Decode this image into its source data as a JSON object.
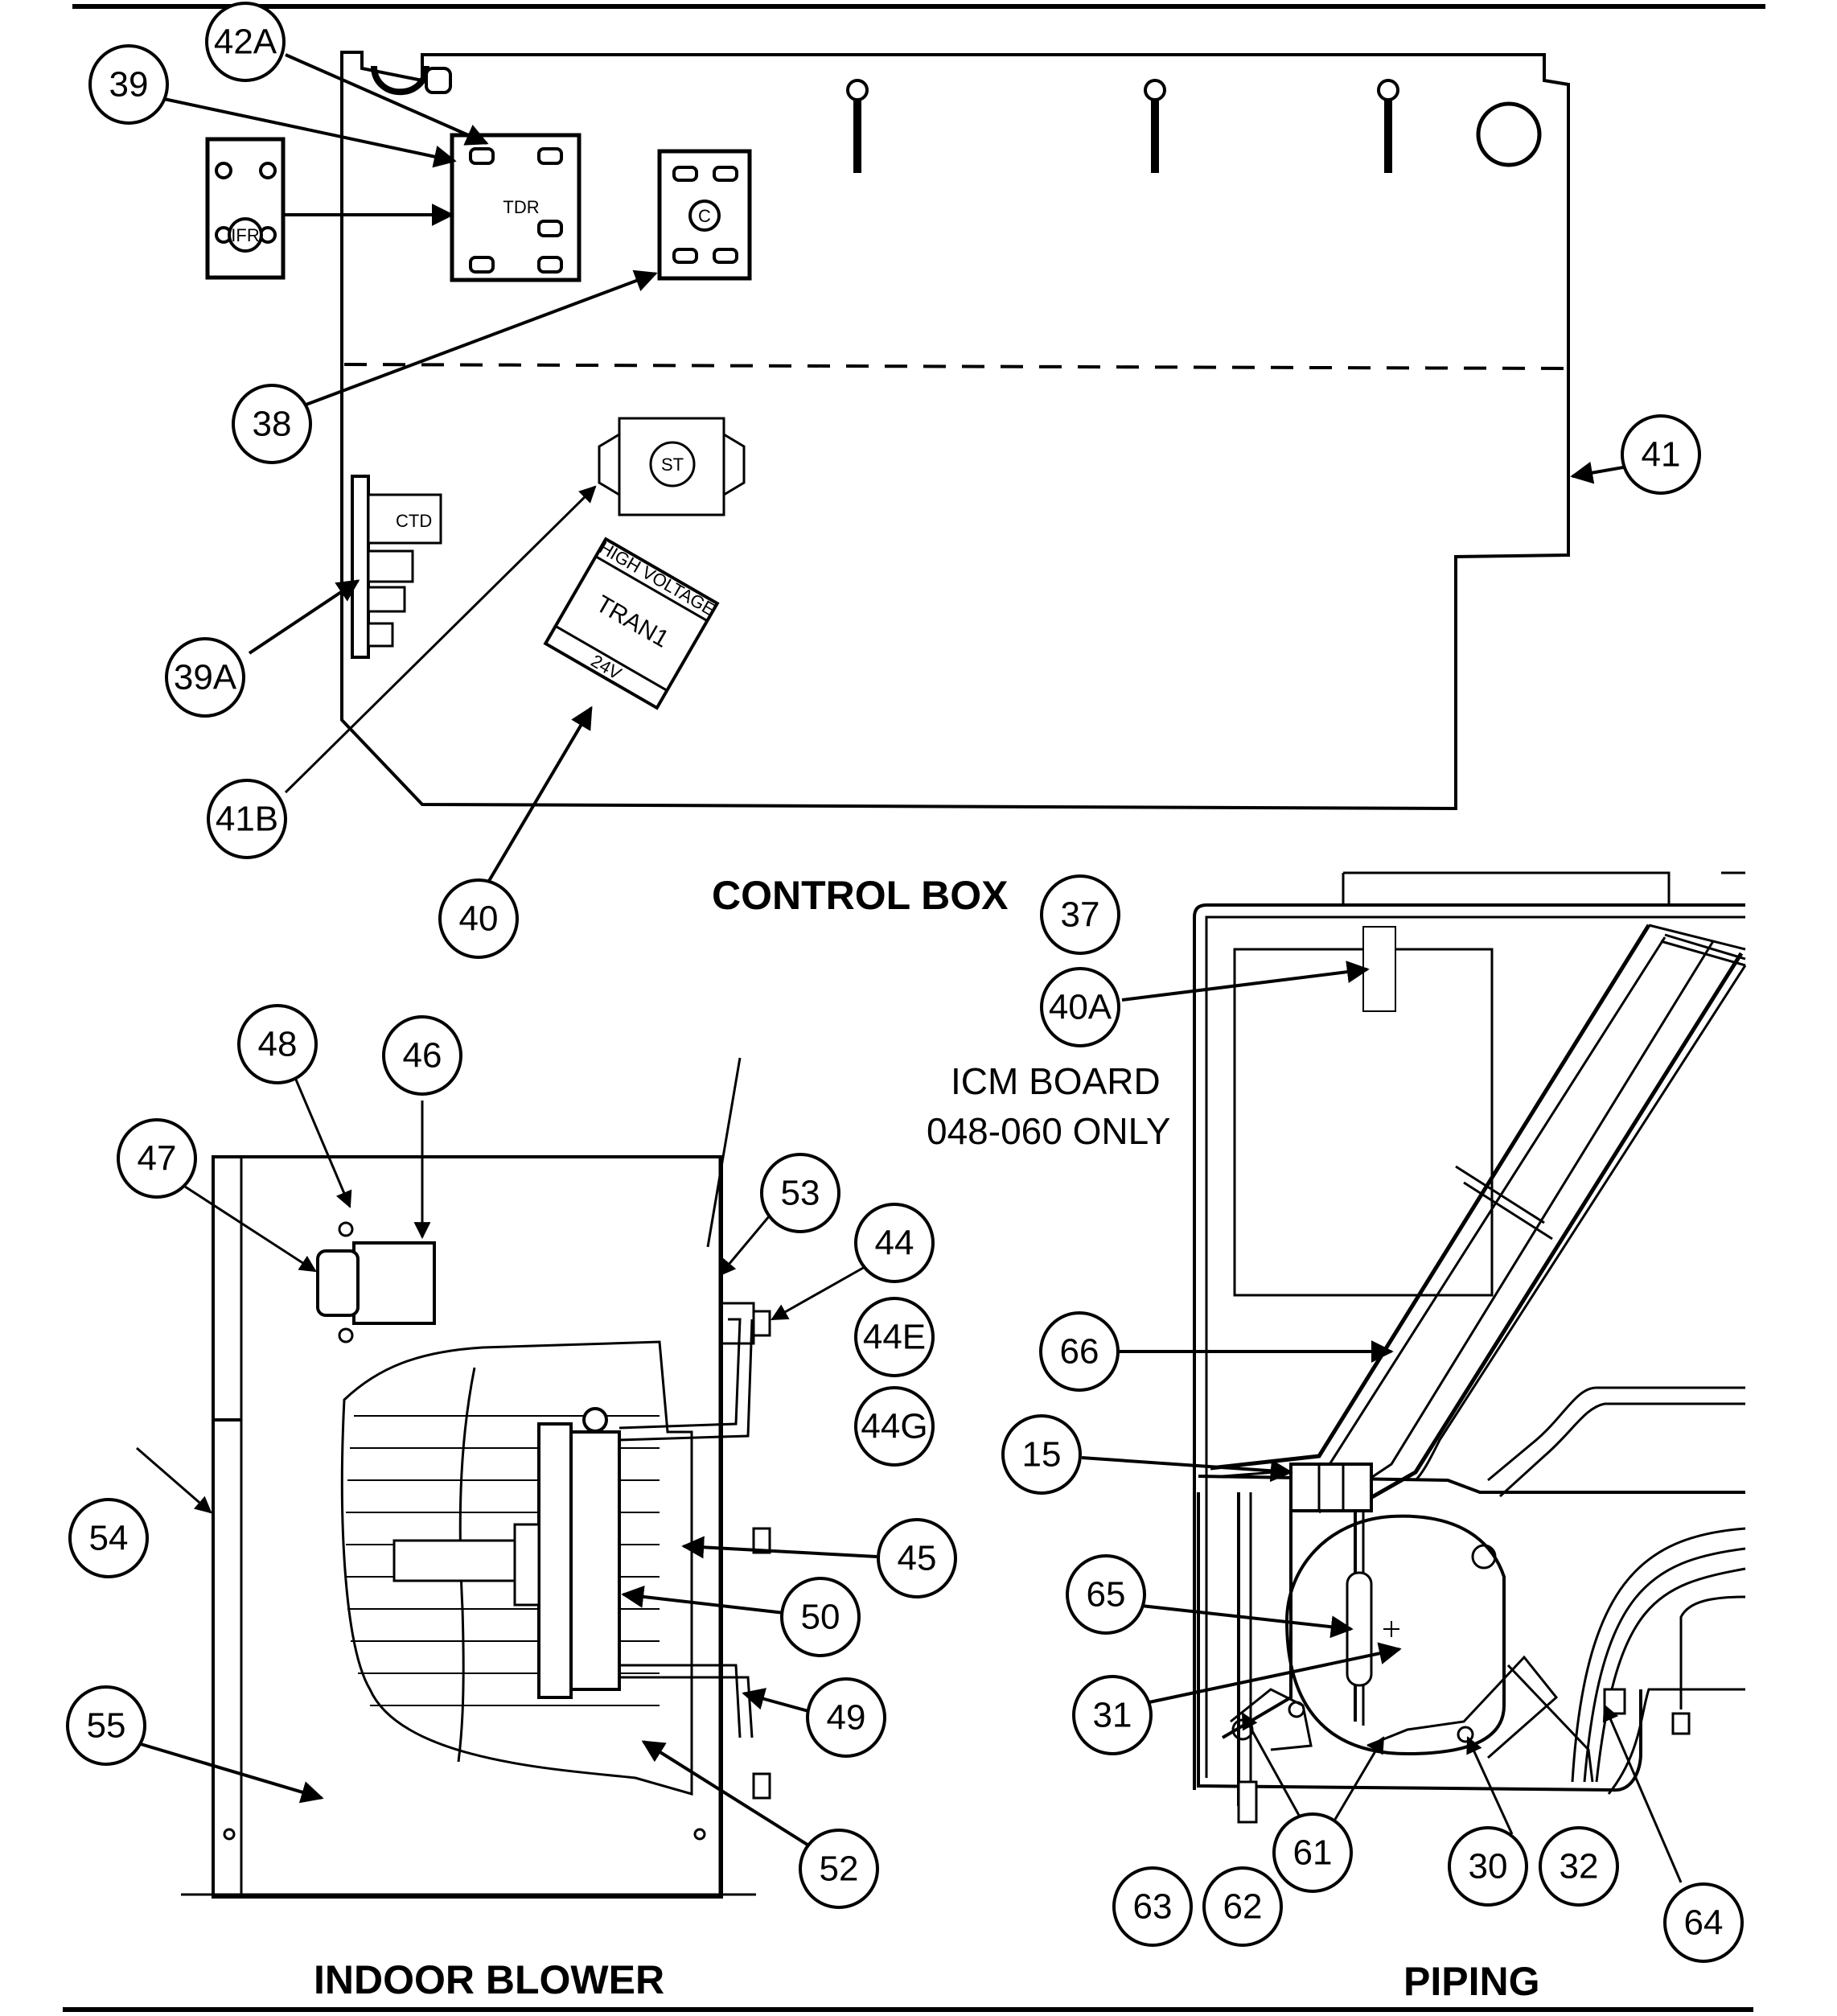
{
  "headings": {
    "control_box": "CONTROL BOX",
    "indoor_blower": "INDOOR BLOWER",
    "piping": "PIPING"
  },
  "notes": {
    "icm_line1": "ICM BOARD",
    "icm_line2": "048-060 ONLY"
  },
  "component_labels": {
    "tdr": "TDR",
    "ifr": "IFR",
    "c": "C",
    "st": "ST",
    "ctd": "CTD",
    "tran1": "TRAN1",
    "high_voltage": "HIGH VOLTAGE",
    "v24": "24V"
  },
  "callouts": {
    "c42a": "42A",
    "c39": "39",
    "c38": "38",
    "c41": "41",
    "c39a": "39A",
    "c41b": "41B",
    "c40": "40",
    "c37": "37",
    "c40a": "40A",
    "c48": "48",
    "c46": "46",
    "c47": "47",
    "c53": "53",
    "c44": "44",
    "c44e": "44E",
    "c44g": "44G",
    "c66": "66",
    "c15": "15",
    "c54": "54",
    "c45": "45",
    "c50": "50",
    "c65": "65",
    "c49": "49",
    "c31": "31",
    "c55": "55",
    "c52": "52",
    "c61": "61",
    "c30": "30",
    "c32": "32",
    "c63": "63",
    "c62": "62",
    "c64": "64"
  }
}
